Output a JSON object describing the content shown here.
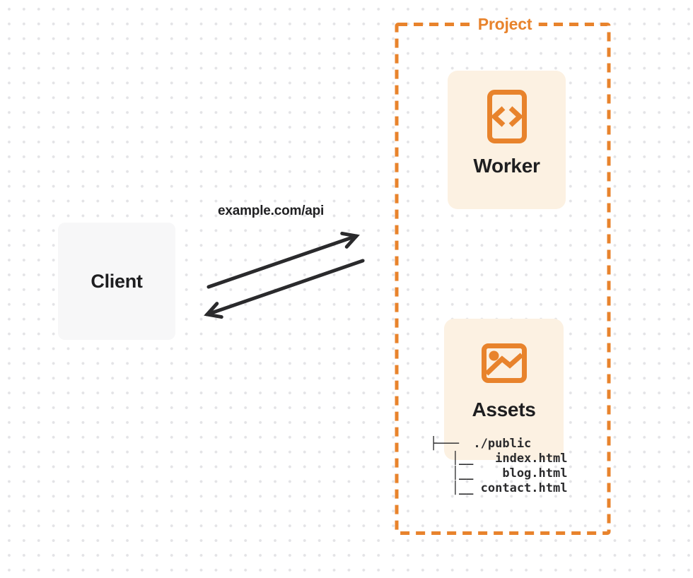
{
  "diagram": {
    "client": {
      "label": "Client"
    },
    "request": {
      "url_label": "example.com/api"
    },
    "arrows": [
      {
        "name": "request-arrow",
        "from": "client",
        "to": "project"
      },
      {
        "name": "response-arrow",
        "from": "project",
        "to": "client"
      }
    ],
    "project": {
      "title": "Project",
      "worker": {
        "label": "Worker",
        "icon": "code-file-icon"
      },
      "assets": {
        "label": "Assets",
        "icon": "image-icon"
      },
      "file_tree": {
        "root": "./public",
        "files": [
          "index.html",
          "blog.html",
          "contact.html"
        ],
        "lines": [
          "├───  ./public",
          "   │__   index.html",
          "   │__    blog.html",
          "   │__ contact.html"
        ]
      }
    },
    "colors": {
      "accent_orange": "#E8832C",
      "node_fill": "#FCF1E2",
      "client_fill": "#F7F7F8",
      "arrow_dark": "#2A2A2C",
      "text_dark": "#1E1E20",
      "dot_grid": "#E3E3E6"
    }
  }
}
